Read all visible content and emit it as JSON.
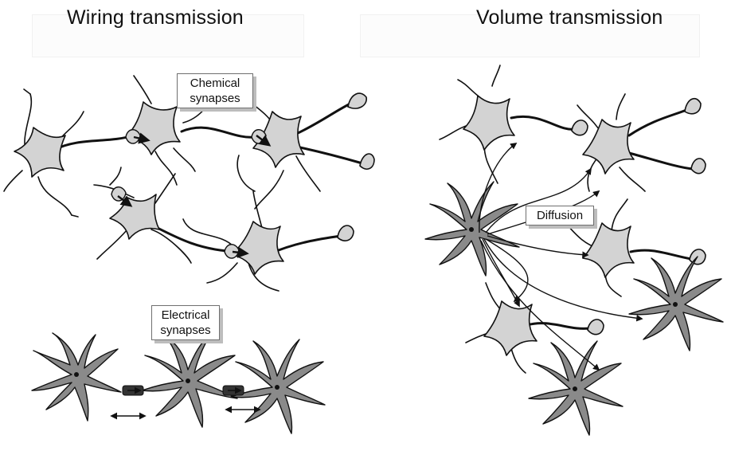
{
  "titles": {
    "wiring": "Wiring transmission",
    "volume": "Volume transmission"
  },
  "labels": {
    "chemical_line1": "Chemical",
    "chemical_line2": "synapses",
    "electrical_line1": "Electrical",
    "electrical_line2": "synapses",
    "diffusion": "Diffusion"
  },
  "colors": {
    "neuron_fill": "#d3d3d3",
    "astro_fill": "#8a8a8a",
    "stroke": "#111111",
    "shadow": "#bdbdbd"
  }
}
